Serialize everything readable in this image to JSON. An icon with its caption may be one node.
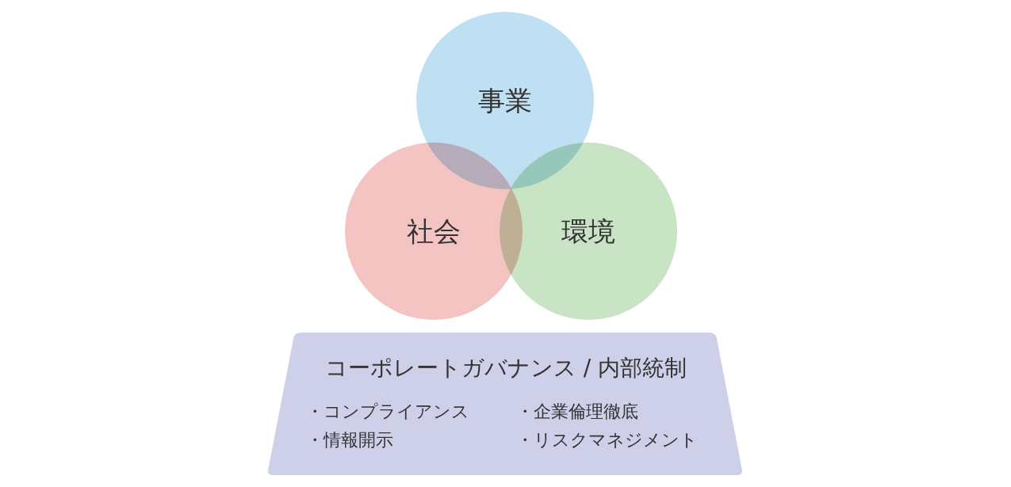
{
  "diagram": {
    "nodes": [
      {
        "text": [
          "事業"
        ]
      },
      {
        "text": [
          "社会"
        ]
      },
      {
        "text": [
          "環境"
        ]
      },
      {
        "text": [
          "コーポレートガバナンス / 内部統制",
          "・コンプライアンス",
          "・企業倫理徹底",
          "・情報開示",
          "・リスクマネジメント"
        ]
      }
    ]
  }
}
